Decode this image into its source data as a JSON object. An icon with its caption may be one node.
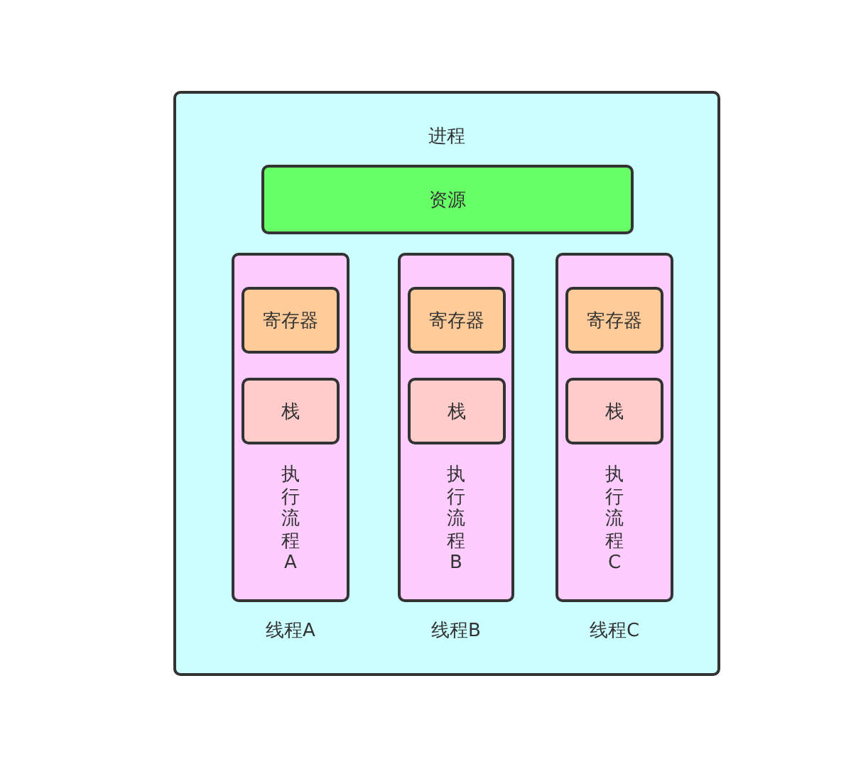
{
  "diagram": {
    "nodes": [
      {
        "text": [
          "进程"
        ]
      },
      {
        "text": [
          "资源"
        ],
        "in": 0
      },
      {
        "text": [
          "执行流程A",
          "线程A"
        ],
        "in": 0
      },
      {
        "text": [
          "寄存器"
        ],
        "in": 2
      },
      {
        "text": [
          "栈"
        ],
        "in": 2
      },
      {
        "text": [
          "执行流程B",
          "线程B"
        ],
        "in": 0
      },
      {
        "text": [
          "寄存器"
        ],
        "in": 5
      },
      {
        "text": [
          "栈"
        ],
        "in": 5
      },
      {
        "text": [
          "执行流程C",
          "线程C"
        ],
        "in": 0
      },
      {
        "text": [
          "寄存器"
        ],
        "in": 8
      },
      {
        "text": [
          "栈"
        ],
        "in": 8
      }
    ],
    "edges": []
  }
}
